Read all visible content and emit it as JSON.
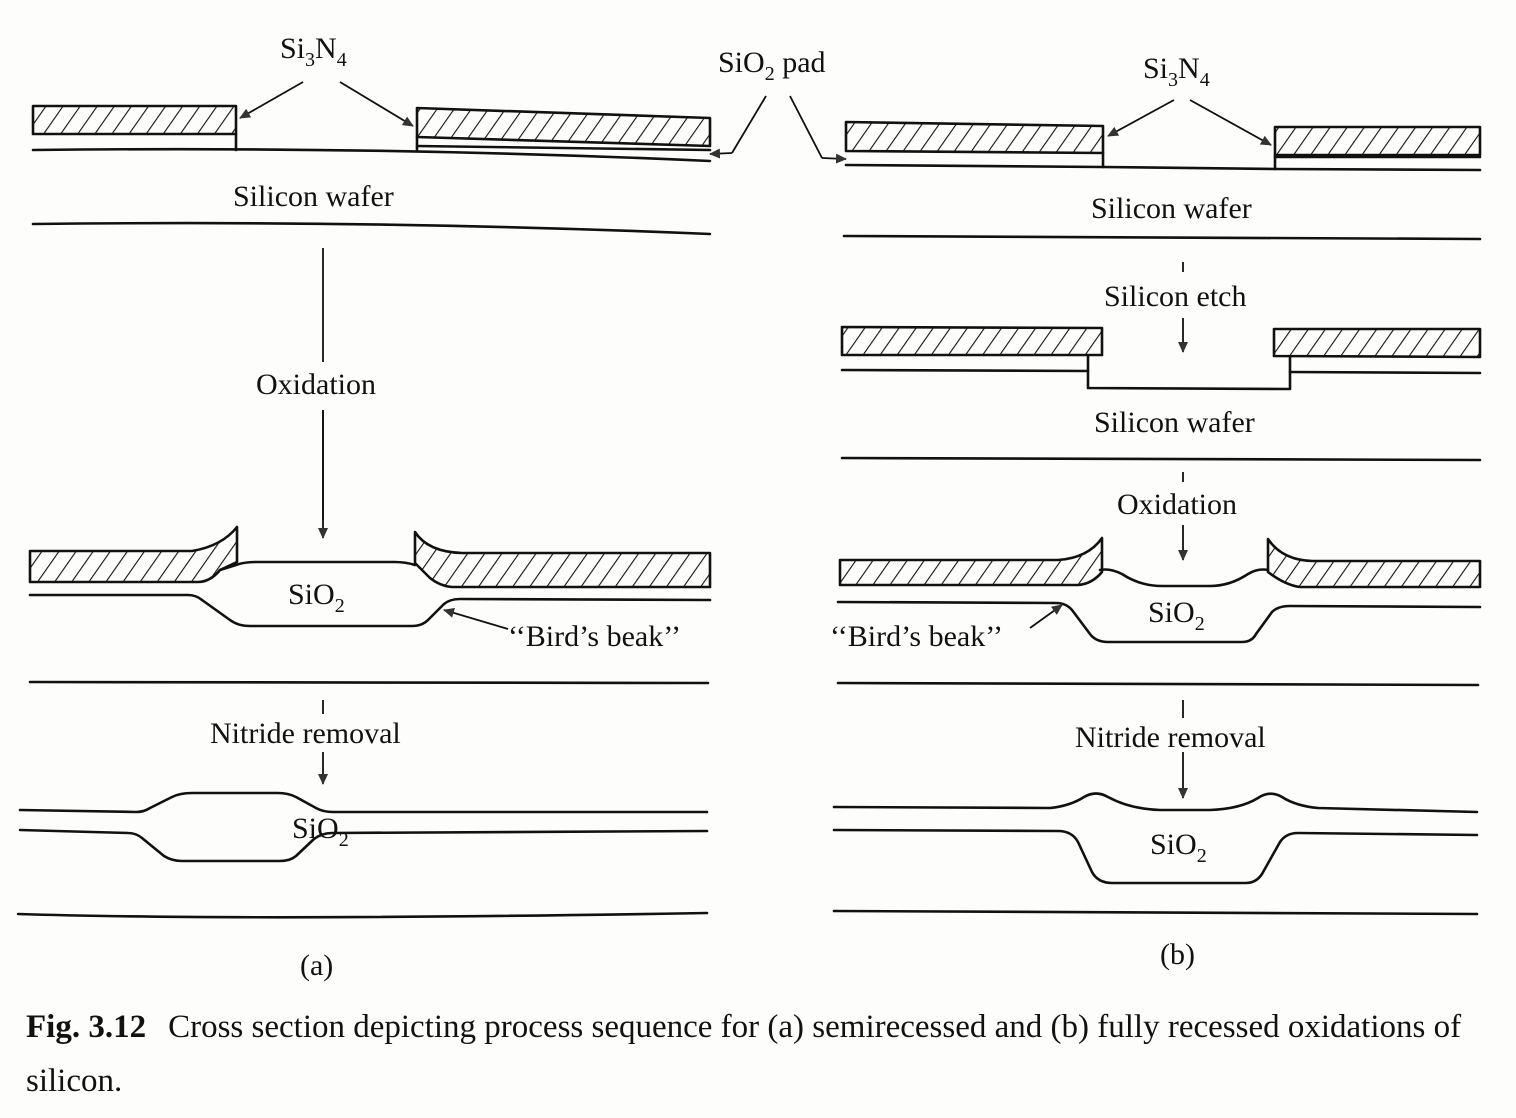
{
  "figure": {
    "labels": {
      "si3n4": {
        "base": "Si",
        "sub1": "3",
        "mid": "N",
        "sub2": "4"
      },
      "sio2_pad": {
        "base": "SiO",
        "sub": "2",
        "rest": " pad"
      },
      "sio2": {
        "base": "SiO",
        "sub": "2"
      },
      "silicon_wafer": "Silicon wafer",
      "oxidation": "Oxidation",
      "nitride_removal": "Nitride removal",
      "silicon_etch": "Silicon etch",
      "birds_beak": "‘‘Bird’s beak’’"
    },
    "panel_a": {
      "label": "(a)",
      "process": "semirecessed",
      "steps": [
        "Oxidation",
        "Nitride removal"
      ]
    },
    "panel_b": {
      "label": "(b)",
      "process": "fully recessed",
      "steps": [
        "Silicon etch",
        "Oxidation",
        "Nitride removal"
      ]
    },
    "caption": {
      "number": "Fig. 3.12",
      "text": "Cross section depicting process sequence for (a) semirecessed and (b) fully recessed oxidations of silicon."
    },
    "colors": {
      "ink": "#111111",
      "paper": "#fdfdfb"
    }
  }
}
